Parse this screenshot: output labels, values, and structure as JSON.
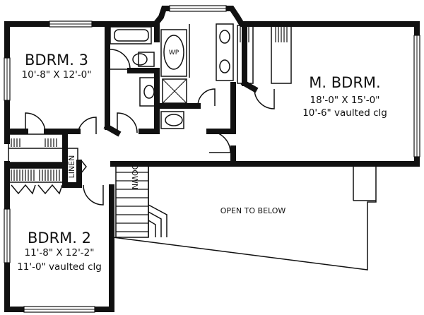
{
  "rooms": {
    "bdrm3": {
      "name": "BDRM. 3",
      "size": "10'-8\" X 12'-0\""
    },
    "master": {
      "name": "M. BDRM.",
      "size": "18'-0\" X 15'-0\"",
      "ceiling": "10'-6\" vaulted clg"
    },
    "bdrm2": {
      "name": "BDRM. 2",
      "size": "11'-8\" X 12'-2\"",
      "ceiling": "11'-0\" vaulted clg"
    },
    "open": {
      "name": "OPEN TO BELOW"
    }
  },
  "fixtures": {
    "whirlpool": "WP",
    "linen": "LINEN",
    "stair_direction": "DOWN"
  }
}
